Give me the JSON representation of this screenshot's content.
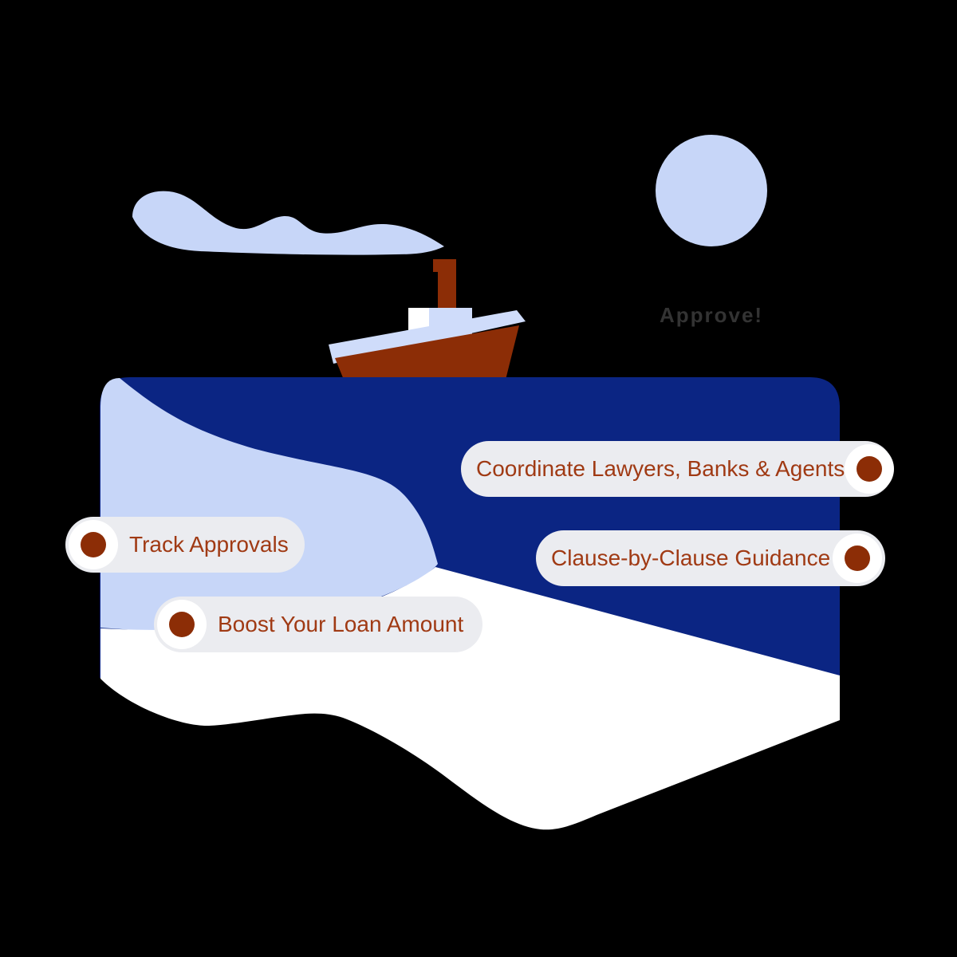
{
  "illustration": {
    "approve_label": "Approve!",
    "icons": [
      "sun-icon",
      "smoke-cloud-icon",
      "steamship-icon",
      "sea-card-shape",
      "light-wave-shape",
      "foam-wave-shape"
    ],
    "colors": {
      "background": "#000000",
      "navy_sea": "#0b2583",
      "light_blue": "#c7d6f8",
      "deck_light_blue": "#cfdcfa",
      "foam_white": "#ffffff",
      "rust_red": "#8c2d06",
      "pill_background": "#ebecf0",
      "pill_text": "#a03a14",
      "approve_text": "#333333"
    }
  },
  "pills": [
    {
      "label": "Coordinate Lawyers, Banks & Agents",
      "dot_side": "right"
    },
    {
      "label": "Track Approvals",
      "dot_side": "left"
    },
    {
      "label": "Clause-by-Clause Guidance",
      "dot_side": "right"
    },
    {
      "label": "Boost Your Loan Amount",
      "dot_side": "left"
    }
  ]
}
